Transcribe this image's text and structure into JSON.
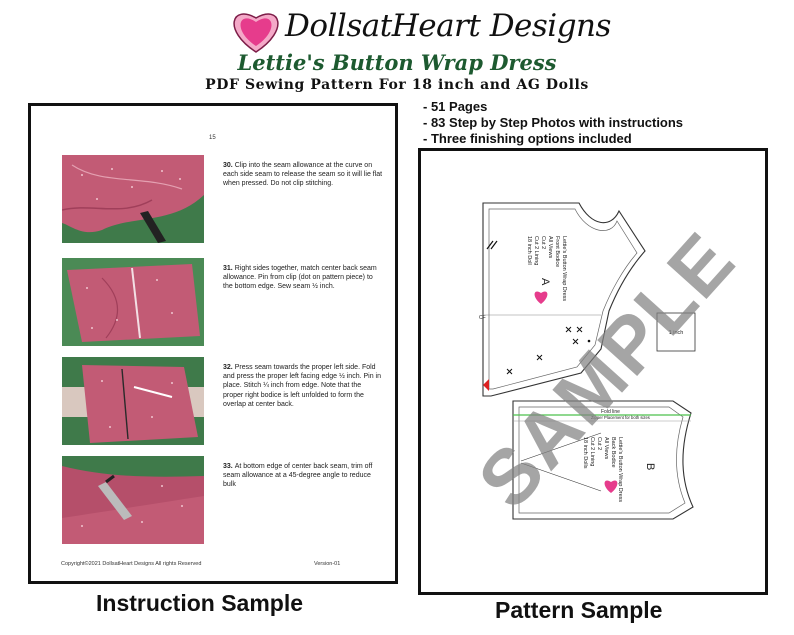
{
  "header": {
    "brand": "DollsatHeart Designs",
    "title": "Lettie's Button Wrap Dress",
    "subtitle": "PDF Sewing Pattern For 18 inch and AG Dolls"
  },
  "features": [
    "51 Pages",
    "83 Step by Step Photos with instructions",
    "Three finishing options included"
  ],
  "instruction_page": {
    "page_number": "15",
    "steps": [
      {
        "num": "30.",
        "text": "Clip into the seam allowance at the curve on each side seam to release the seam so it will lie flat when pressed. Do not clip stitching."
      },
      {
        "num": "31.",
        "text": "Right sides together, match center back seam allowance.  Pin from clip (dot on pattern piece) to the bottom edge.  Sew seam ½ inch."
      },
      {
        "num": "32.",
        "text": "Press seam towards the proper left side.  Fold and press the proper left facing edge ½ inch.  Pin in place. Stitch ¼ inch from edge. Note that the proper right bodice is left unfolded to form the overlap at center back."
      },
      {
        "num": "33.",
        "text": "At bottom edge of center back seam, trim off seam allowance at a 45-degree angle to reduce bulk"
      }
    ],
    "copyright": "Copyright©2021 DollsatHeart Designs All rights Reserved",
    "version": "Version-01"
  },
  "pattern_page": {
    "front_piece": {
      "letter": "A",
      "lines": [
        "Lettie's Button Wrap Dress",
        "Front Bodice",
        "All Views",
        "Cut 2",
        "Cut 2 Lining",
        "18 inch Doll"
      ]
    },
    "back_piece": {
      "letter": "B",
      "lines": [
        "Lettie's Button Wrap Dress",
        "Back Bodice",
        "All Views",
        "Cut 2",
        "Cut 2 Lining",
        "18 inch Dolls"
      ]
    },
    "fold_line": "Fold line",
    "zipper_note": "Zipper Placement for both sizes",
    "cf_label": "CF",
    "scale_box": "1 inch",
    "watermark": "SAMPLE"
  },
  "captions": {
    "instruction": "Instruction Sample",
    "pattern": "Pattern Sample"
  },
  "colors": {
    "title_green": "#1d5a30",
    "heart_pink": "#e63c8c",
    "fabric_pink": "#c25b75",
    "mat_green": "#3f7a4a",
    "fold_line_green": "#4cc14c"
  }
}
